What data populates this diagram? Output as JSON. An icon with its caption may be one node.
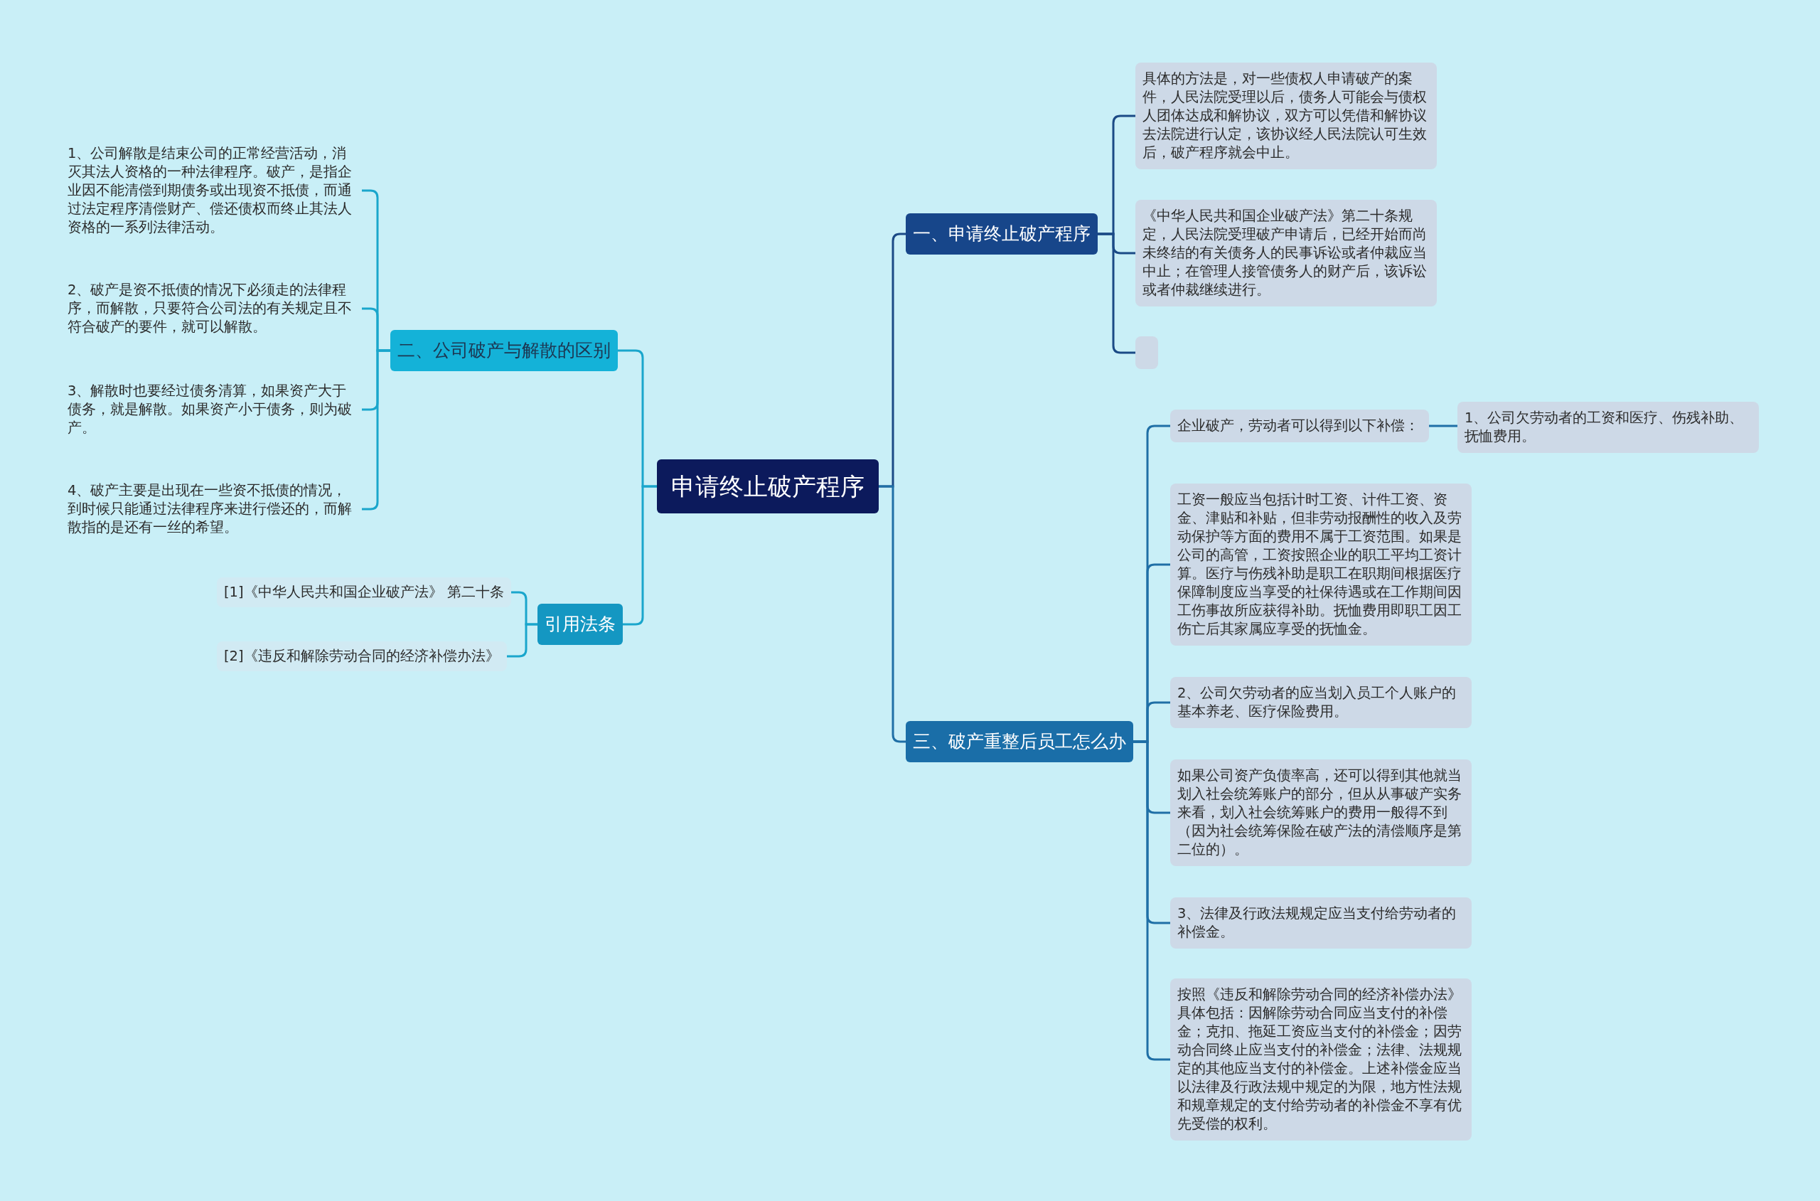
{
  "diagram": {
    "nodes": [
      {
        "text": [
          "申请终止破产程序"
        ]
      },
      {
        "text": [
          "一、申请终止破产程序"
        ]
      },
      {
        "text": [
          "具体的方法是，对一些债权人申请破产的案件，人民法院受理以后，债务人可能会与债权人团体达成和解协议，双方可以凭借和解协议去法院进行认定，该协议经人民法院认可生效后，破产程序就会中止。"
        ]
      },
      {
        "text": [
          "《中华人民共和国企业破产法》第二十条规定，人民法院受理破产申请后，已经开始而尚未终结的有关债务人的民事诉讼或者仲裁应当中止；在管理人接管债务人的财产后，该诉讼或者仲裁继续进行。"
        ]
      },
      {
        "text": [],
        "shape": "box"
      },
      {
        "text": [
          "二、公司破产与解散的区别"
        ]
      },
      {
        "text": [
          "1、公司解散是结束公司的正常经营活动，消灭其法人资格的一种法律程序。破产，是指企业因不能清偿到期债务或出现资不抵债，而通过法定程序清偿财产、偿还债权而终止其法人资格的一系列法律活动。"
        ]
      },
      {
        "text": [
          "2、破产是资不抵债的情况下必须走的法律程序，而解散，只要符合公司法的有关规定且不符合破产的要件，就可以解散。"
        ]
      },
      {
        "text": [
          "3、解散时也要经过债务清算，如果资产大于债务，就是解散。如果资产小于债务，则为破产。"
        ]
      },
      {
        "text": [
          "4、破产主要是出现在一些资不抵债的情况，到时候只能通过法律程序来进行偿还的，而解散指的是还有一丝的希望。"
        ]
      },
      {
        "text": [
          "引用法条"
        ]
      },
      {
        "text": [
          "[1]《中华人民共和国企业破产法》 第二十条"
        ]
      },
      {
        "text": [
          "[2]《违反和解除劳动合同的经济补偿办法》"
        ]
      },
      {
        "text": [
          "三、破产重整后员工怎么办"
        ]
      },
      {
        "text": [
          "企业破产，劳动者可以得到以下补偿："
        ]
      },
      {
        "text": [
          "1、公司欠劳动者的工资和医疗、伤残补助、抚恤费用。"
        ]
      },
      {
        "text": [
          "工资一般应当包括计时工资、计件工资、资金、津贴和补贴，但非劳动报酬性的收入及劳动保护等方面的费用不属于工资范围。如果是公司的高管，工资按照企业的职工平均工资计算。医疗与伤残补助是职工在职期间根据医疗保障制度应当享受的社保待遇或在工作期间因工伤事故所应获得补助。抚恤费用即职工因工伤亡后其家属应享受的抚恤金。"
        ]
      },
      {
        "text": [
          "2、公司欠劳动者的应当划入员工个人账户的基本养老、医疗保险费用。"
        ]
      },
      {
        "text": [
          "如果公司资产负债率高，还可以得到其他就当划入社会统筹账户的部分，但从从事破产实务来看，划入社会统筹账户的费用一般得不到（因为社会统筹保险在破产法的清偿顺序是第二位的）。"
        ]
      },
      {
        "text": [
          "3、法律及行政法规规定应当支付给劳动者的补偿金。"
        ]
      },
      {
        "text": [
          "按照《违反和解除劳动合同的经济补偿办法》具体包括：因解除劳动合同应当支付的补偿金；克扣、拖延工资应当支付的补偿金；因劳动合同终止应当支付的补偿金；法律、法规规定的其他应当支付的补偿金。上述补偿金应当以法律及行政法规中规定的为限，地方性法规和规章规定的支付给劳动者的补偿金不享有优先受偿的权利。"
        ]
      }
    ],
    "edges": [
      {
        "from": 0,
        "to": 1,
        "arrow": "none",
        "color": "#1b4a86"
      },
      {
        "from": 1,
        "to": 2,
        "arrow": "none",
        "color": "#1b4a86"
      },
      {
        "from": 1,
        "to": 3,
        "arrow": "none",
        "color": "#1b4a86"
      },
      {
        "from": 1,
        "to": 4,
        "arrow": "none",
        "color": "#1b4a86"
      },
      {
        "from": 0,
        "to": 5,
        "arrow": "none"
      },
      {
        "from": 5,
        "to": 6,
        "arrow": "none"
      },
      {
        "from": 5,
        "to": 7,
        "arrow": "none"
      },
      {
        "from": 5,
        "to": 8,
        "arrow": "none"
      },
      {
        "from": 5,
        "to": 9,
        "arrow": "none"
      },
      {
        "from": 0,
        "to": 10,
        "arrow": "none"
      },
      {
        "from": 10,
        "to": 11,
        "arrow": "none"
      },
      {
        "from": 10,
        "to": 12,
        "arrow": "none"
      },
      {
        "from": 0,
        "to": 13,
        "arrow": "none",
        "color": "#1f6fa6"
      },
      {
        "from": 13,
        "to": 14,
        "arrow": "none",
        "color": "#1f6fa6"
      },
      {
        "from": 14,
        "to": 15,
        "arrow": "none",
        "color": "#1f6fa6"
      },
      {
        "from": 13,
        "to": 16,
        "arrow": "none",
        "color": "#1f6fa6"
      },
      {
        "from": 13,
        "to": 17,
        "arrow": "none",
        "color": "#1f6fa6"
      },
      {
        "from": 13,
        "to": 18,
        "arrow": "none",
        "color": "#1f6fa6"
      },
      {
        "from": 13,
        "to": 19,
        "arrow": "none",
        "color": "#1f6fa6"
      },
      {
        "from": 13,
        "to": 20,
        "arrow": "none",
        "color": "#1f6fa6"
      }
    ]
  }
}
